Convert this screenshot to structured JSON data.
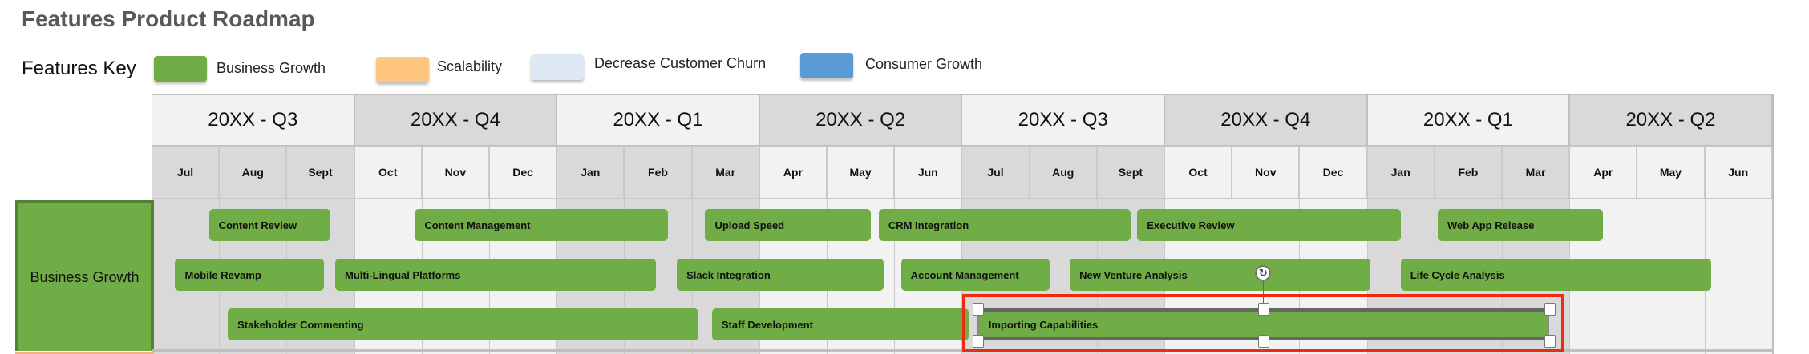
{
  "title": "Features Product Roadmap",
  "features_key": {
    "label": "Features Key",
    "items": [
      {
        "label": "Business Growth",
        "color": "#70AD47"
      },
      {
        "label": "Scalability",
        "color": "#FFC680"
      },
      {
        "label": "Decrease Customer Churn",
        "color": "#DDE8F4"
      },
      {
        "label": "Consumer Growth",
        "color": "#5B9BD5"
      }
    ]
  },
  "timeline": {
    "quarters": [
      "20XX - Q3",
      "20XX - Q4",
      "20XX - Q1",
      "20XX - Q2",
      "20XX - Q3",
      "20XX - Q4",
      "20XX - Q1",
      "20XX - Q2"
    ],
    "months": [
      "Jul",
      "Aug",
      "Sept",
      "Oct",
      "Nov",
      "Dec",
      "Jan",
      "Feb",
      "Mar",
      "Apr",
      "May",
      "Jun",
      "Jul",
      "Aug",
      "Sept",
      "Oct",
      "Nov",
      "Dec",
      "Jan",
      "Feb",
      "Mar",
      "Apr",
      "May",
      "Jun"
    ]
  },
  "rows": [
    {
      "label": "Business Growth",
      "color": "#70AD47",
      "features": [
        {
          "label": "Content Review",
          "lane": 0,
          "start_month": 0.85,
          "end_month": 2.65
        },
        {
          "label": "Content Management",
          "lane": 0,
          "start_month": 3.9,
          "end_month": 7.65
        },
        {
          "label": "Upload Speed",
          "lane": 0,
          "start_month": 8.2,
          "end_month": 10.65
        },
        {
          "label": "CRM Integration",
          "lane": 0,
          "start_month": 10.77,
          "end_month": 14.5
        },
        {
          "label": "Executive Review",
          "lane": 0,
          "start_month": 14.6,
          "end_month": 18.5
        },
        {
          "label": "Web App Release",
          "lane": 0,
          "start_month": 19.05,
          "end_month": 21.5
        },
        {
          "label": "Mobile Revamp",
          "lane": 1,
          "start_month": 0.35,
          "end_month": 2.55
        },
        {
          "label": "Multi-Lingual Platforms",
          "lane": 1,
          "start_month": 2.72,
          "end_month": 7.47
        },
        {
          "label": "Slack Integration",
          "lane": 1,
          "start_month": 7.78,
          "end_month": 10.84
        },
        {
          "label": "Account Management",
          "lane": 1,
          "start_month": 11.1,
          "end_month": 13.3
        },
        {
          "label": "New Venture Analysis",
          "lane": 1,
          "start_month": 13.6,
          "end_month": 18.05
        },
        {
          "label": "Life Cycle Analysis",
          "lane": 1,
          "start_month": 18.5,
          "end_month": 23.1
        },
        {
          "label": "Stakeholder Commenting",
          "lane": 2,
          "start_month": 1.13,
          "end_month": 8.1
        },
        {
          "label": "Staff Development",
          "lane": 2,
          "start_month": 8.3,
          "end_month": 12.1
        },
        {
          "label": "Importing Capabilities",
          "lane": 2,
          "start_month": 12.23,
          "end_month": 20.7,
          "selected": true
        }
      ]
    }
  ]
}
